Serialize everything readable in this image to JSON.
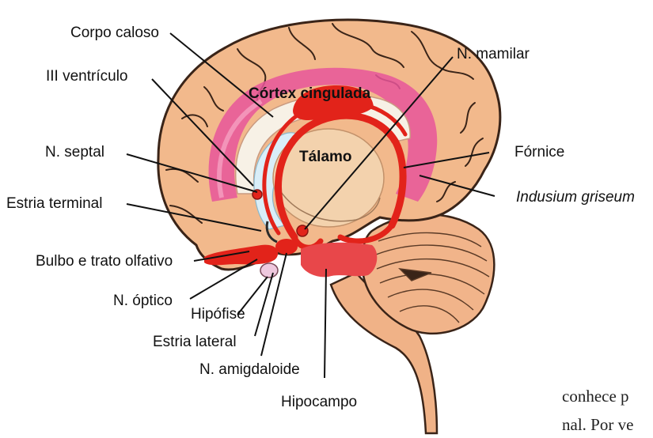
{
  "labels": {
    "corpo_caloso": "Corpo caloso",
    "iii_ventriculo": "III ventrículo",
    "n_septal": "N. septal",
    "estria_terminal": "Estria terminal",
    "bulbo_trato_olfativo": "Bulbo e trato olfativo",
    "n_optico": "N. óptico",
    "hipofise": "Hipófise",
    "estria_lateral": "Estria lateral",
    "n_amigdaloide": "N. amigdaloide",
    "hipocampo": "Hipocampo",
    "n_mamilar": "N. mamilar",
    "fornice": "Fórnice",
    "indusium_griseum": "Indusium griseum",
    "cortex_cingulada": "Córtex cingulada",
    "talamo": "Tálamo"
  },
  "book_text": {
    "line1": "conhece p",
    "line2": "nal. Por ve"
  },
  "colors": {
    "brain_fill": "#f2b98c",
    "brain_outline": "#3a2418",
    "cingulate": "#e8559a",
    "limbic_red": "#e2231a",
    "thalamus": "#f3d2ad",
    "ventricle": "#d9eef8"
  }
}
